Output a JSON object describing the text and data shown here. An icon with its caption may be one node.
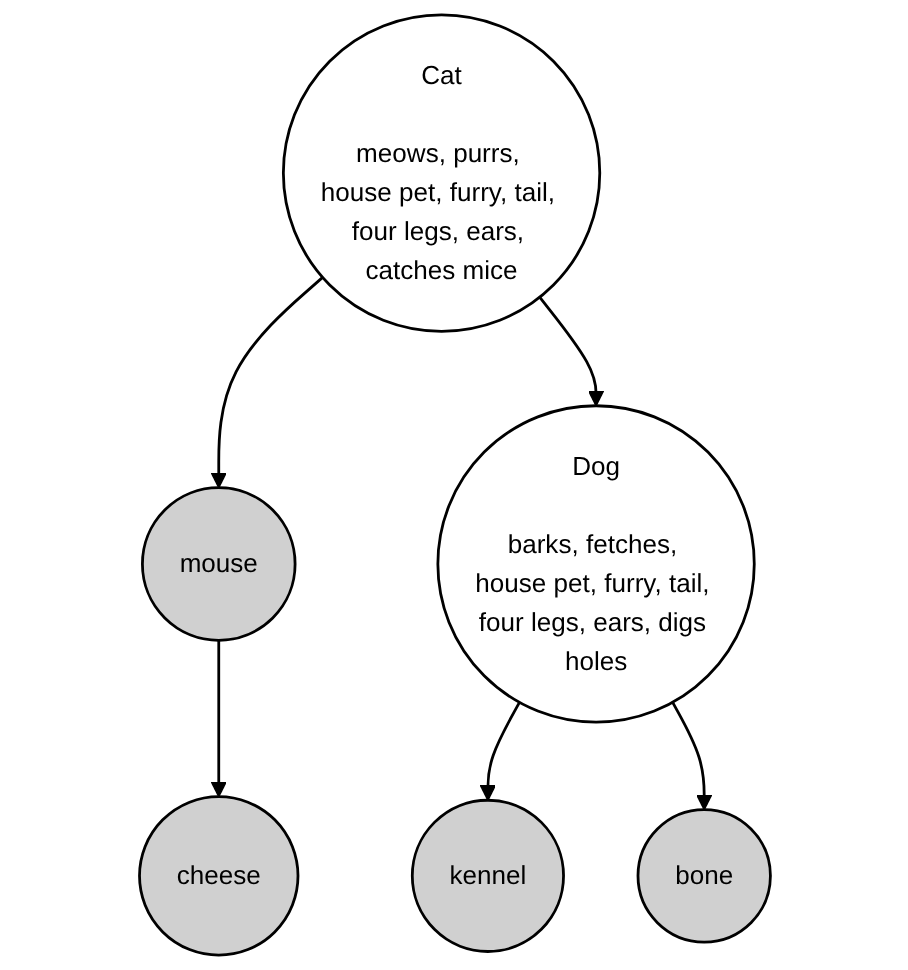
{
  "diagram": {
    "nodes": [
      {
        "text": [
          "Cat",
          "meows, purrs, house pet, furry, tail, four legs, ears, catches mice"
        ]
      },
      {
        "text": [
          "mouse"
        ]
      },
      {
        "text": [
          "cheese"
        ]
      },
      {
        "text": [
          "kennel"
        ]
      },
      {
        "text": [
          "Dog",
          "barks, fetches, house pet, furry, tail, four legs, ears, digs holes"
        ]
      },
      {
        "text": [
          "bone"
        ]
      }
    ],
    "edges": [
      {
        "from": 0,
        "to": 1,
        "arrow": "to"
      },
      {
        "from": 1,
        "to": 2,
        "arrow": "to"
      },
      {
        "from": 0,
        "to": 4,
        "arrow": "to"
      },
      {
        "from": 4,
        "to": 3,
        "arrow": "to"
      },
      {
        "from": 4,
        "to": 5,
        "arrow": "to"
      }
    ]
  }
}
